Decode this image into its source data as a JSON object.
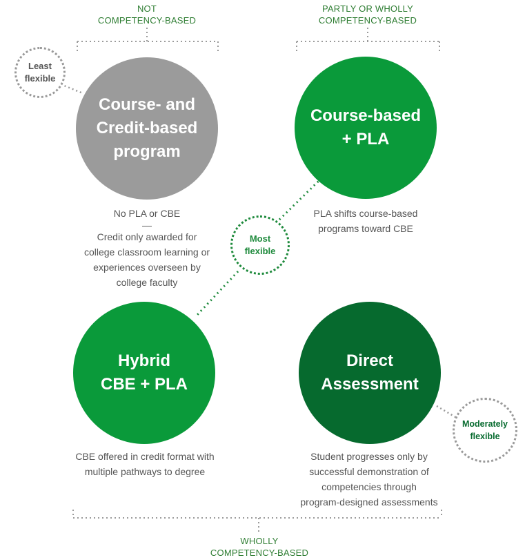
{
  "categories": {
    "not_cbe": {
      "line1": "NOT",
      "line2": "COMPETENCY-BASED"
    },
    "partly_cbe": {
      "line1": "PARTLY OR WHOLLY",
      "line2": "COMPETENCY-BASED"
    },
    "wholly_cbe": {
      "line1": "WHOLLY",
      "line2": "COMPETENCY-BASED"
    }
  },
  "circles": {
    "course_credit": {
      "lines": [
        "Course- and",
        "Credit-based",
        "program"
      ],
      "color": "#9b9b9b"
    },
    "course_pla": {
      "lines": [
        "Course-based",
        "+ PLA"
      ],
      "color": "#0a9a3a"
    },
    "hybrid": {
      "lines": [
        "Hybrid",
        "CBE + PLA"
      ],
      "color": "#0a9a3a"
    },
    "direct": {
      "lines": [
        "Direct",
        "Assessment"
      ],
      "color": "#066a2e"
    }
  },
  "descriptions": {
    "course_credit": {
      "top": "No PLA or CBE",
      "divider": "—",
      "lines": [
        "Credit only awarded for",
        "college classroom learning or",
        "experiences overseen by",
        "college faculty"
      ]
    },
    "course_pla": {
      "lines": [
        "PLA shifts course-based",
        "programs toward CBE"
      ]
    },
    "hybrid": {
      "lines": [
        "CBE offered in credit format with",
        "multiple pathways to degree"
      ]
    },
    "direct": {
      "lines": [
        "Student progresses only by",
        "successful demonstration of",
        "competencies through",
        "program-designed assessments"
      ]
    }
  },
  "badges": {
    "least": {
      "lines": [
        "Least",
        "flexible"
      ],
      "color": "#555555"
    },
    "most": {
      "lines": [
        "Most",
        "flexible"
      ],
      "color": "#1e8a3c"
    },
    "moderate": {
      "lines": [
        "Moderately",
        "flexible"
      ],
      "color": "#066a2e"
    }
  },
  "colors": {
    "bracket": "#9a9a9a",
    "connector_green": "#1e8a3c",
    "connector_grey": "#9a9a9a"
  }
}
